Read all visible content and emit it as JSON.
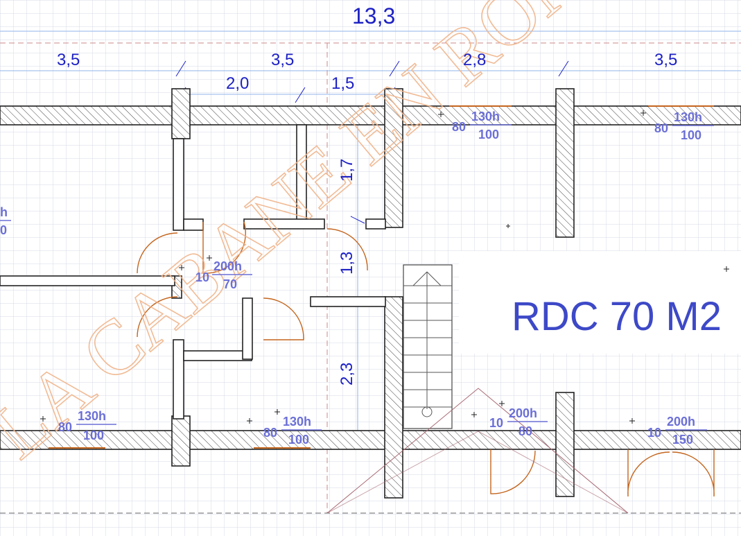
{
  "total_width": "13,3",
  "top_dims": [
    "3,5",
    "3,5",
    "2,8",
    "3,5"
  ],
  "sub_dims": [
    "2,0",
    "1,5"
  ],
  "vertical_dims": [
    "1,7",
    "1,3",
    "2,3"
  ],
  "openings": [
    {
      "prefix": "80",
      "height": "130h",
      "width": "100"
    },
    {
      "prefix": "80",
      "height": "130h",
      "width": "100"
    },
    {
      "prefix": "",
      "height": "h",
      "width": "0"
    },
    {
      "prefix": "10",
      "height": "200h",
      "width": "70"
    },
    {
      "prefix": "80",
      "height": "130h",
      "width": "100"
    },
    {
      "prefix": "80",
      "height": "130h",
      "width": "100"
    },
    {
      "prefix": "10",
      "height": "200h",
      "width": "80"
    },
    {
      "prefix": "10",
      "height": "200h",
      "width": "150"
    }
  ],
  "plan_title": "RDC 70 M2",
  "watermark": "LA CABANE EN RONDIN"
}
